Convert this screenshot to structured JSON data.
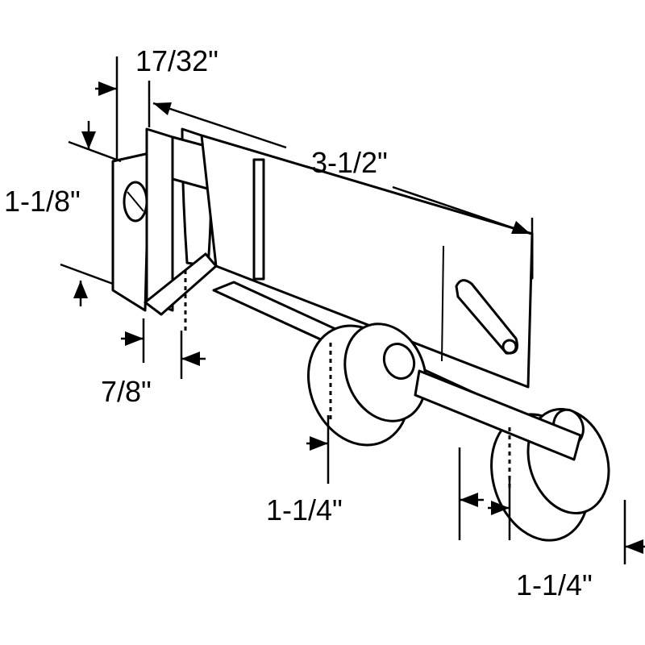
{
  "diagram": {
    "colors": {
      "line": "#000000",
      "background": "#ffffff"
    },
    "dimensions": {
      "thickness": "17/32\"",
      "length": "3-1/2\"",
      "height": "1-1/8\"",
      "offset": "7/8\"",
      "wheel_diameter": "1-1/4\"",
      "wheel_spacing": "1-1/4\""
    }
  }
}
